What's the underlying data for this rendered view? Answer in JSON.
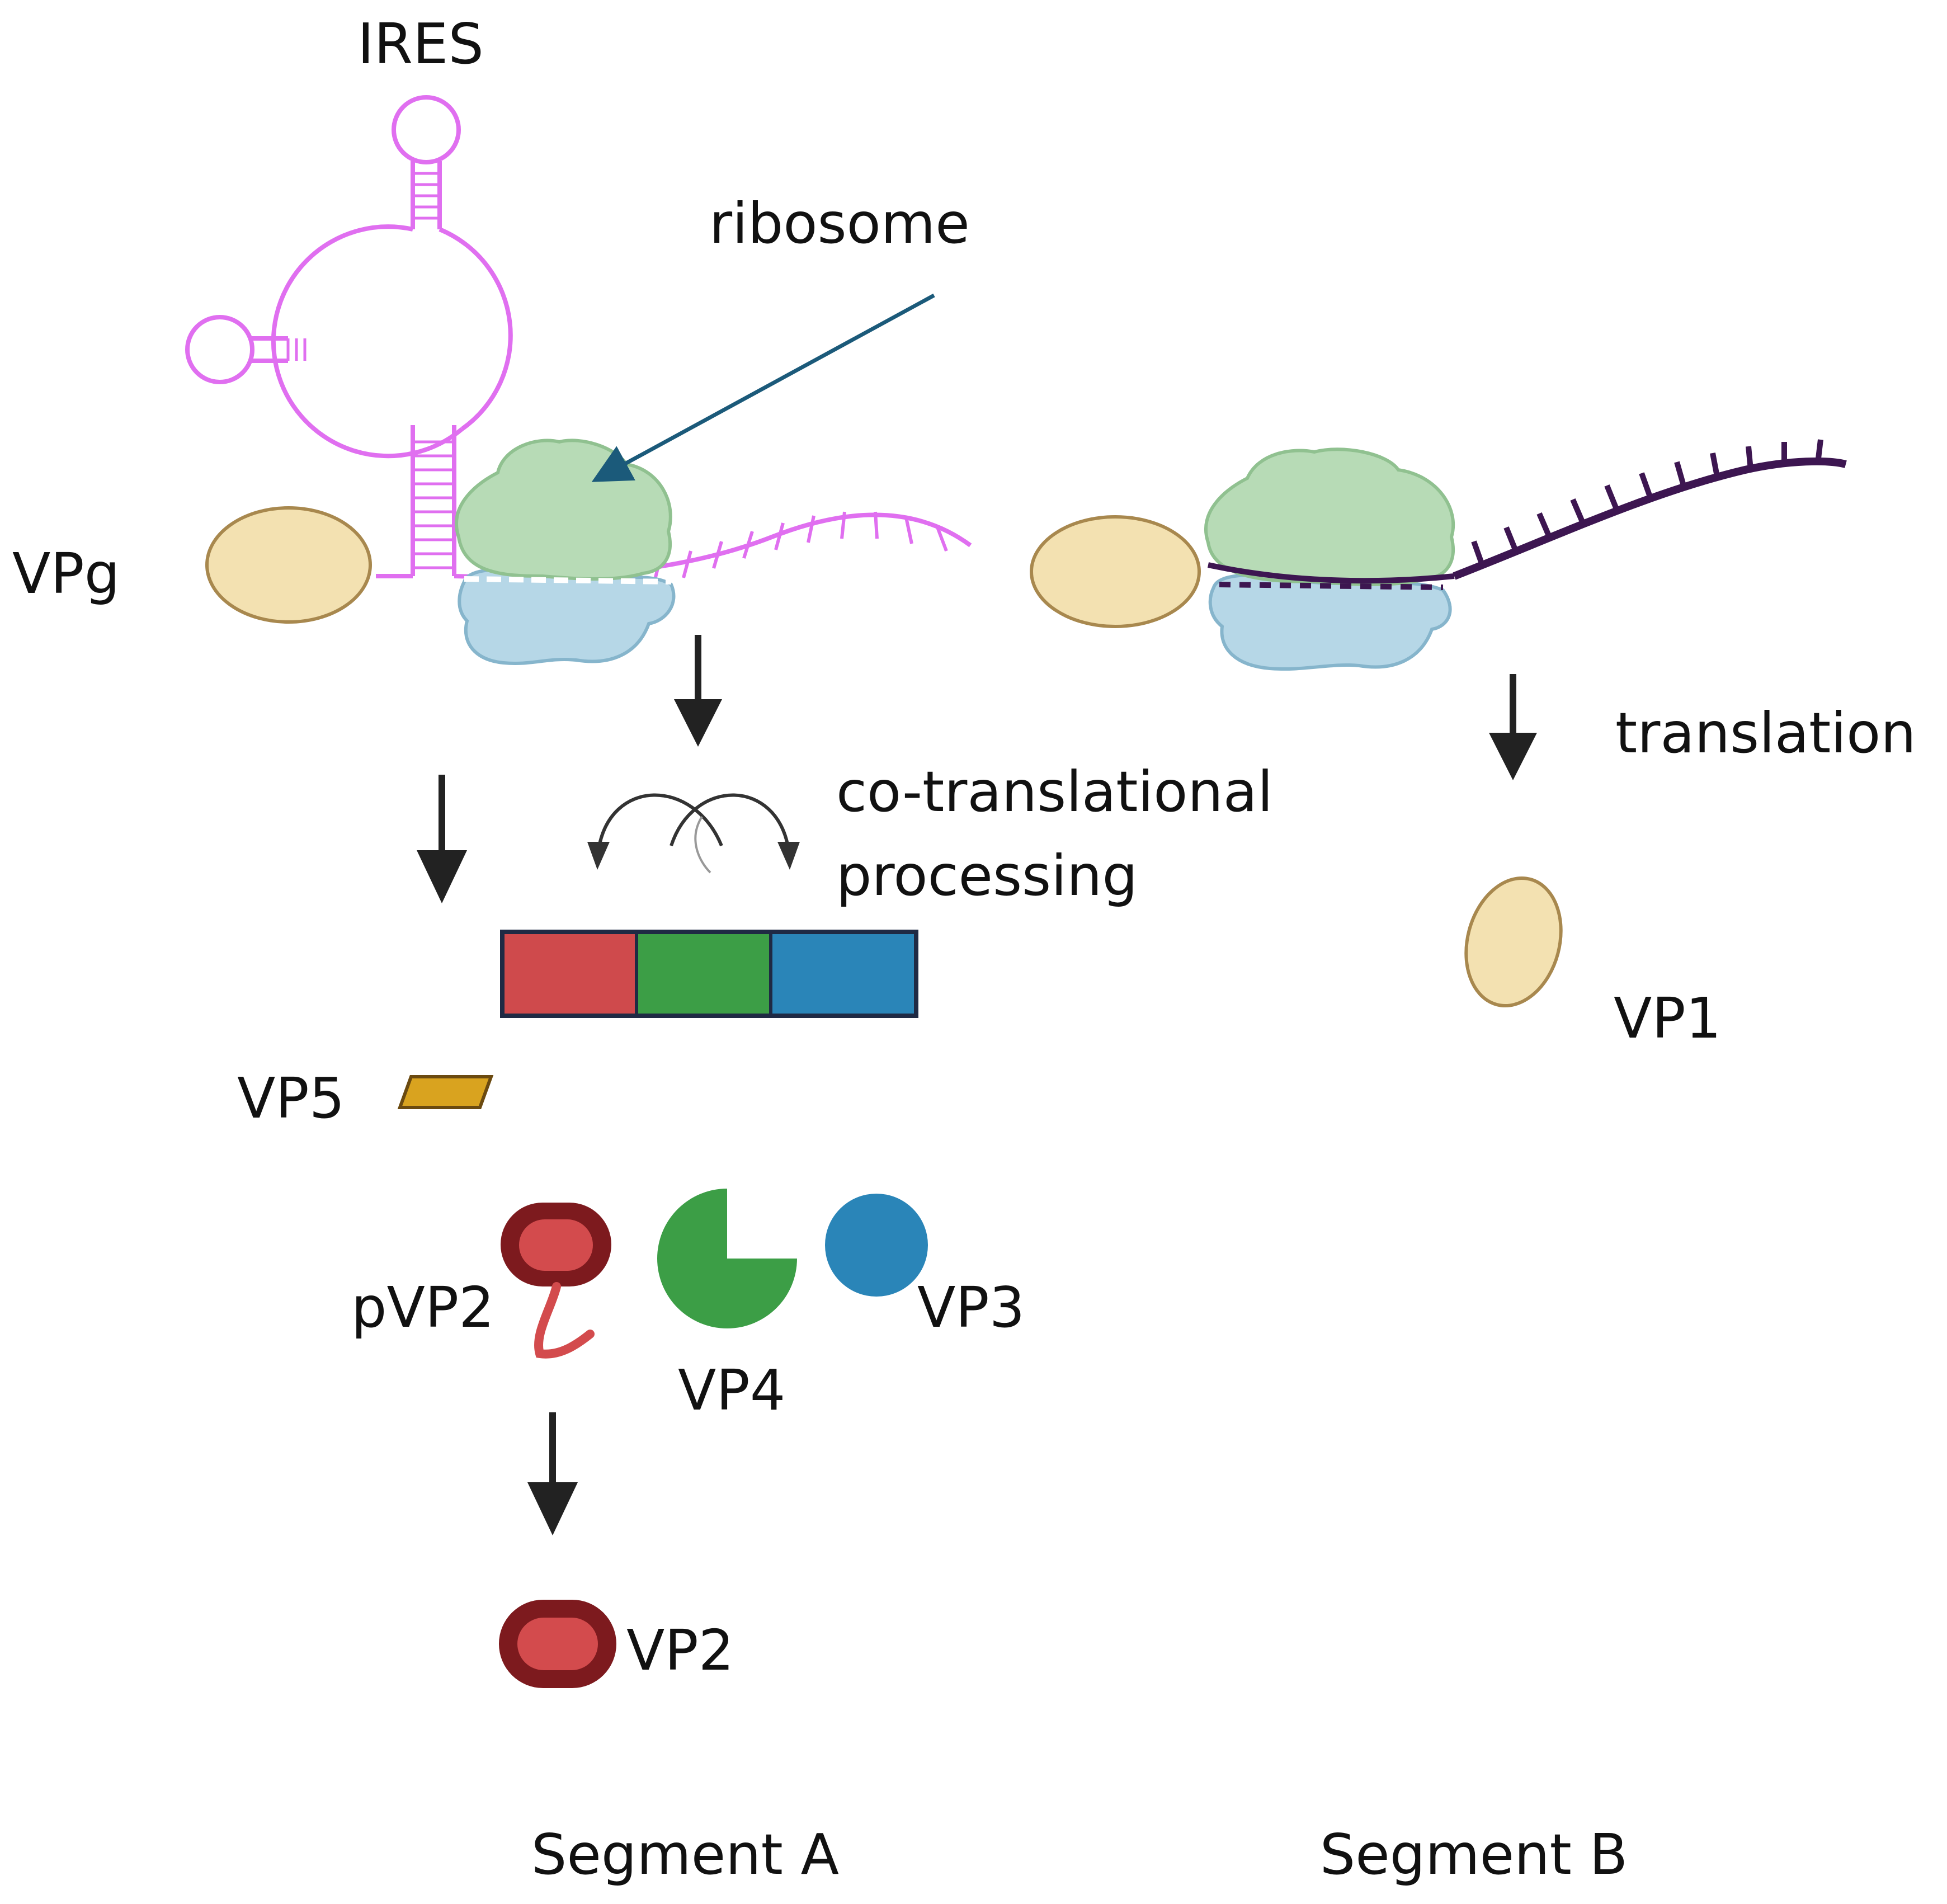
{
  "labels": {
    "ires": "IRES",
    "ribosome": "ribosome",
    "vpg": "VPg",
    "translation": "translation",
    "co_translational": "co-translational",
    "processing": "processing",
    "vp1": "VP1",
    "vp5": "VP5",
    "pvp2": "pVP2",
    "vp4": "VP4",
    "vp3": "VP3",
    "vp2": "VP2",
    "segment_a": "Segment A",
    "segment_b": "Segment B"
  },
  "colors": {
    "ires_rna": "#e06ff0",
    "segment_b_rna": "#3d1651",
    "vpg_fill": "#f3e1b1",
    "vpg_stroke": "#a8884e",
    "ribosome_large": "#b7dbb6",
    "ribosome_large_stroke": "#90c190",
    "ribosome_small": "#b6d7e7",
    "ribosome_small_stroke": "#86b5cc",
    "pointer_arrow": "#1b5a7a",
    "flow_arrow": "#222222",
    "polyprotein_red": "#cf4a4c",
    "polyprotein_green": "#3c9e46",
    "polyprotein_blue": "#2a85b8",
    "polyprotein_border": "#1f2a44",
    "vp5": "#d9a31f",
    "vp2_outer": "#7d1a1e",
    "vp2_inner": "#d34b4d",
    "vp4": "#3c9e46",
    "vp3": "#2a85b8"
  }
}
